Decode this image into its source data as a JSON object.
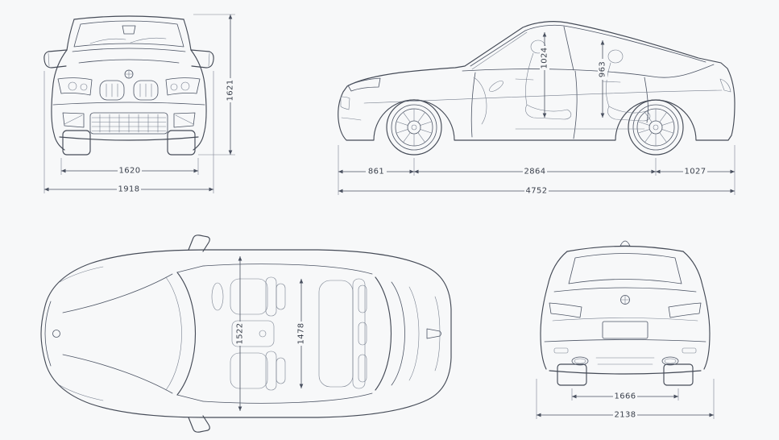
{
  "canvas": {
    "background": "#f7f8f9",
    "line_color": "#454b57",
    "dimension_color": "#4a5160",
    "label_color": "#3a404c"
  },
  "views": {
    "front": {
      "name": "front-view",
      "dims": {
        "height": "1621",
        "track": "1620",
        "width": "1918"
      }
    },
    "side": {
      "name": "side-view",
      "dims": {
        "cabin_front": "1024",
        "cabin_rear": "963",
        "front_overhang": "861",
        "wheelbase": "2864",
        "rear_overhang": "1027",
        "length": "4752"
      }
    },
    "top": {
      "name": "top-view",
      "dims": {
        "cabin_front": "1522",
        "cabin_rear": "1478"
      }
    },
    "rear": {
      "name": "rear-view",
      "dims": {
        "track": "1666",
        "width": "2138"
      }
    }
  }
}
